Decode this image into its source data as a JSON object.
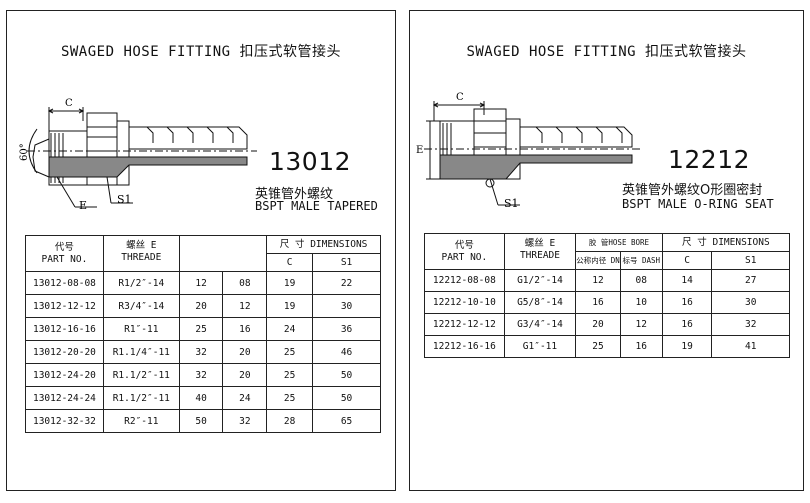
{
  "left": {
    "title": "SWAGED HOSE FITTING  扣压式软管接头",
    "part_number": "13012",
    "name_cn": "英锥管外螺纹",
    "name_en": "BSPT MALE TAPERED",
    "labels": {
      "c": "C",
      "e": "E",
      "s1": "S1",
      "angle": "60°"
    },
    "table": {
      "h_code_cn": "代号",
      "h_code_en": "PART NO.",
      "h_thread_cn": "螺丝 E",
      "h_thread_en": "THREADE",
      "h_dims": "尺 寸 DIMENSIONS",
      "h_c": "C",
      "h_s1": "S1",
      "rows": [
        [
          "13012-08-08",
          "R1/2″-14",
          "12",
          "08",
          "19",
          "22"
        ],
        [
          "13012-12-12",
          "R3/4″-14",
          "20",
          "12",
          "19",
          "30"
        ],
        [
          "13012-16-16",
          "R1″-11",
          "25",
          "16",
          "24",
          "36"
        ],
        [
          "13012-20-20",
          "R1.1/4″-11",
          "32",
          "20",
          "25",
          "46"
        ],
        [
          "13012-24-20",
          "R1.1/2″-11",
          "32",
          "20",
          "25",
          "50"
        ],
        [
          "13012-24-24",
          "R1.1/2″-11",
          "40",
          "24",
          "25",
          "50"
        ],
        [
          "13012-32-32",
          "R2″-11",
          "50",
          "32",
          "28",
          "65"
        ]
      ]
    }
  },
  "right": {
    "title": "SWAGED HOSE FITTING  扣压式软管接头",
    "part_number": "12212",
    "name_cn": "英锥管外螺纹O形圈密封",
    "name_en": "BSPT MALE O-RING SEAT",
    "labels": {
      "c": "C",
      "e": "E",
      "s1": "S1"
    },
    "table": {
      "h_code_cn": "代号",
      "h_code_en": "PART NO.",
      "h_thread_cn": "螺丝 E",
      "h_thread_en": "THREADE",
      "h_bore": "胶 管HOSE BORE",
      "h_dn": "公称内径 DN",
      "h_dash": "标号 DASH",
      "h_dims": "尺 寸 DIMENSIONS",
      "h_c": "C",
      "h_s1": "S1",
      "rows": [
        [
          "12212-08-08",
          "G1/2″-14",
          "12",
          "08",
          "14",
          "27"
        ],
        [
          "12212-10-10",
          "G5/8″-14",
          "16",
          "10",
          "16",
          "30"
        ],
        [
          "12212-12-12",
          "G3/4″-14",
          "20",
          "12",
          "16",
          "32"
        ],
        [
          "12212-16-16",
          "G1″-11",
          "25",
          "16",
          "19",
          "41"
        ]
      ]
    }
  }
}
